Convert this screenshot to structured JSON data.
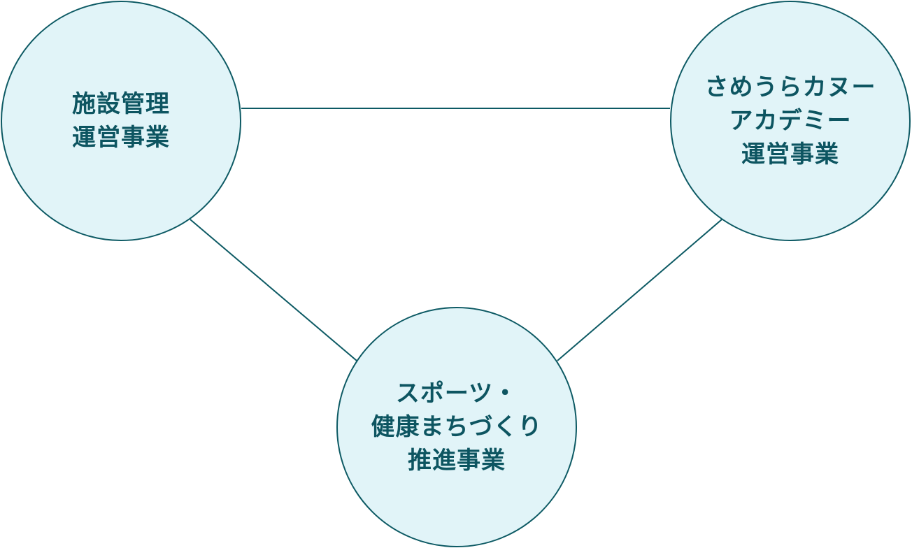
{
  "colors": {
    "fill": "#e1f4f8",
    "stroke": "#0d5a64",
    "text": "#0d5561"
  },
  "nodes": {
    "facility": {
      "lines": [
        "施設管理",
        "運営事業"
      ]
    },
    "canoe": {
      "lines": [
        "さめうらカヌー",
        "アカデミー",
        "運営事業"
      ]
    },
    "sports": {
      "lines": [
        "スポーツ・",
        "健康まちづくり",
        "推進事業"
      ]
    }
  }
}
